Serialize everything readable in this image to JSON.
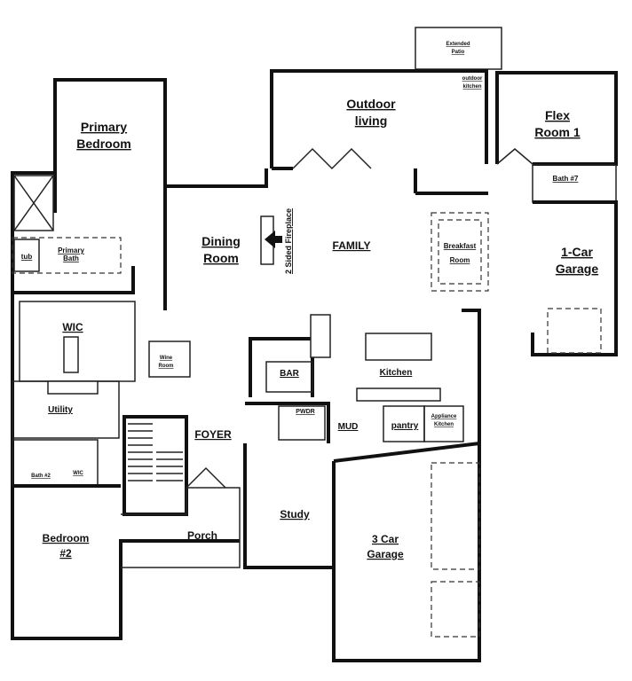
{
  "rooms": {
    "extended_patio_1": "Extended",
    "extended_patio_2": "Patio",
    "outdoor_kitchen_1": "outdoor",
    "outdoor_kitchen_2": "kitchen",
    "outdoor_living_1": "Outdoor",
    "outdoor_living_2": "living",
    "flex_1": "Flex",
    "flex_2": "Room 1",
    "primary_bedroom_1": "Primary",
    "primary_bedroom_2": "Bedroom",
    "bath7": "Bath #7",
    "primary_bath_1": "Primary",
    "primary_bath_2": "Bath",
    "tub": "tub",
    "dining_1": "Dining",
    "dining_2": "Room",
    "family": "FAMILY",
    "fireplace": "2 Sided Fireplace",
    "breakfast_1": "Breakfast",
    "breakfast_2": "Room",
    "garage1_1": "1-Car",
    "garage1_2": "Garage",
    "wic": "WIC",
    "wine_1": "Wine",
    "wine_2": "Room",
    "bar": "BAR",
    "kitchen": "Kitchen",
    "utility": "Utility",
    "pwdr": "PWDR",
    "mud": "MUD",
    "pantry": "pantry",
    "appliance_1": "Appliance",
    "appliance_2": "Kitchen",
    "foyer": "FOYER",
    "bath2": "Bath #2",
    "wic2": "WIC",
    "study": "Study",
    "garage3_1": "3 Car",
    "garage3_2": "Garage",
    "porch": "Porch",
    "bedroom2_1": "Bedroom",
    "bedroom2_2": "#2"
  }
}
